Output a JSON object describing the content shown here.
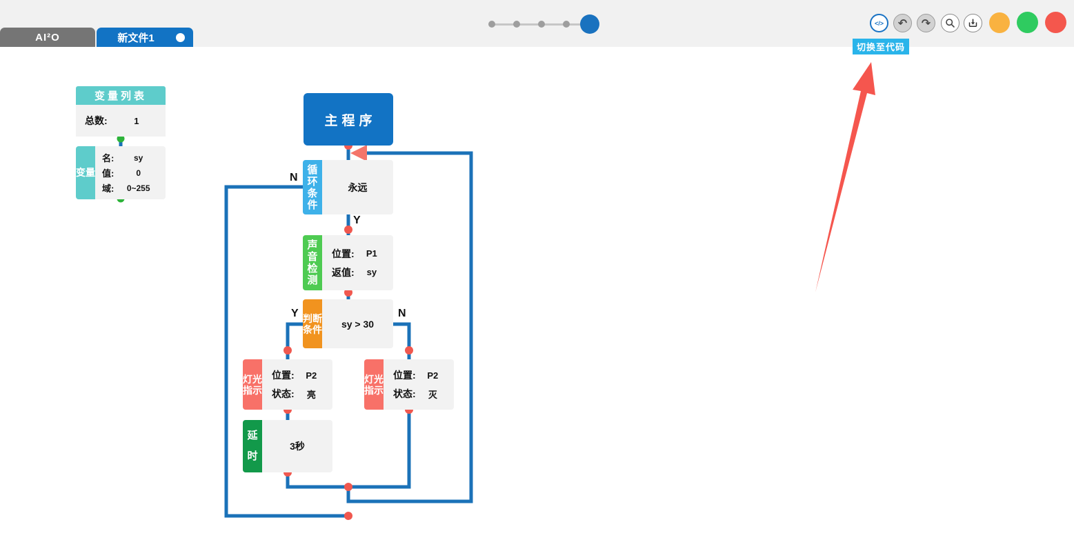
{
  "tab_bar": {
    "logo": "AI²O",
    "file_tab": "新文件1"
  },
  "stepper": {
    "total_steps": 5,
    "active_step": 5
  },
  "toolbar": {
    "code_icon_label": "</>",
    "undo_icon": "↶",
    "redo_icon": "↷",
    "tooltip": "切换至代码"
  },
  "variable_panel": {
    "title": "变量列表",
    "total_label": "总数:",
    "total_value": "1",
    "card_label": "变量",
    "fields": [
      {
        "label": "名:",
        "value": "sy"
      },
      {
        "label": "值:",
        "value": "0"
      },
      {
        "label": "域:",
        "value": "0~255"
      }
    ]
  },
  "flowchart": {
    "main": "主程序",
    "nodes": [
      {
        "type": "loop-condition",
        "label": "循环条件",
        "body": "永远",
        "color": "#3eb1e9"
      },
      {
        "type": "sound-detect",
        "label": "声音检测",
        "color": "#4ecb52",
        "rows": [
          {
            "label": "位置:",
            "value": "P1"
          },
          {
            "label": "返值:",
            "value": "sy"
          }
        ]
      },
      {
        "type": "judge-condition",
        "label": "判断条件",
        "body": "sy > 30",
        "color": "#f1931f"
      },
      {
        "type": "light-indicator",
        "label": "灯光指示",
        "color": "#f87168",
        "rows": [
          {
            "label": "位置:",
            "value": "P2"
          },
          {
            "label": "状态:",
            "value": "亮"
          }
        ]
      },
      {
        "type": "light-indicator",
        "label": "灯光指示",
        "color": "#f87168",
        "rows": [
          {
            "label": "位置:",
            "value": "P2"
          },
          {
            "label": "状态:",
            "value": "灭"
          }
        ]
      },
      {
        "type": "delay",
        "label": "延时",
        "body": "3秒",
        "color": "#12994a"
      }
    ],
    "branches": {
      "loop_n": "N",
      "loop_y": "Y",
      "judge_y": "Y",
      "judge_n": "N"
    }
  },
  "colors": {
    "accent_blue": "#1273c4",
    "line_blue": "#1b72b8",
    "dot_red": "#f0584f",
    "arrowhead_red": "#f4756b",
    "dot_green": "#2db33a",
    "teal": "#5ecccb",
    "tooltip_cyan": "#2ab4ea",
    "annotation_red": "#f5564e",
    "status_orange": "#f9b240",
    "status_green": "#2fcb60",
    "status_red": "#f4574d",
    "topbar_gray": "#f1f1f1",
    "logo_tab_gray": "#757575"
  }
}
